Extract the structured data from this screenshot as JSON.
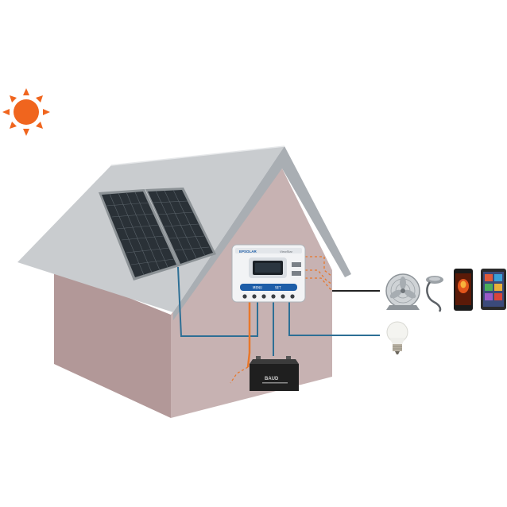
{
  "colors": {
    "sun": "#f0651e",
    "roof": "#c9cccf",
    "roof_edge": "#9ea3a8",
    "house_front": "#c7b2b2",
    "house_gable": "#c4a8a8",
    "house_side": "#b29898",
    "wire_blue": "#2d6f95",
    "wire_orange": "#e8772b",
    "wire_black": "#222222",
    "panel": "#2a3137",
    "controller_body": "#f2f3f5",
    "controller_accent": "#1d5da8",
    "battery": "#1f1f1f"
  },
  "icons": {
    "sun": "sun-icon",
    "solar_panel": "solar-panel-icon",
    "controller": "charge-controller-icon",
    "battery": "battery-icon",
    "fan": "fan-icon",
    "lamp": "usb-lamp-icon",
    "phone": "smartphone-icon",
    "tablet": "tablet-icon",
    "bulb": "light-bulb-icon"
  },
  "controller": {
    "brand": "EPSOLAR",
    "model": "ViewStar",
    "button_left": "MENU",
    "button_right": "SET"
  },
  "battery": {
    "label": "BAUD"
  }
}
